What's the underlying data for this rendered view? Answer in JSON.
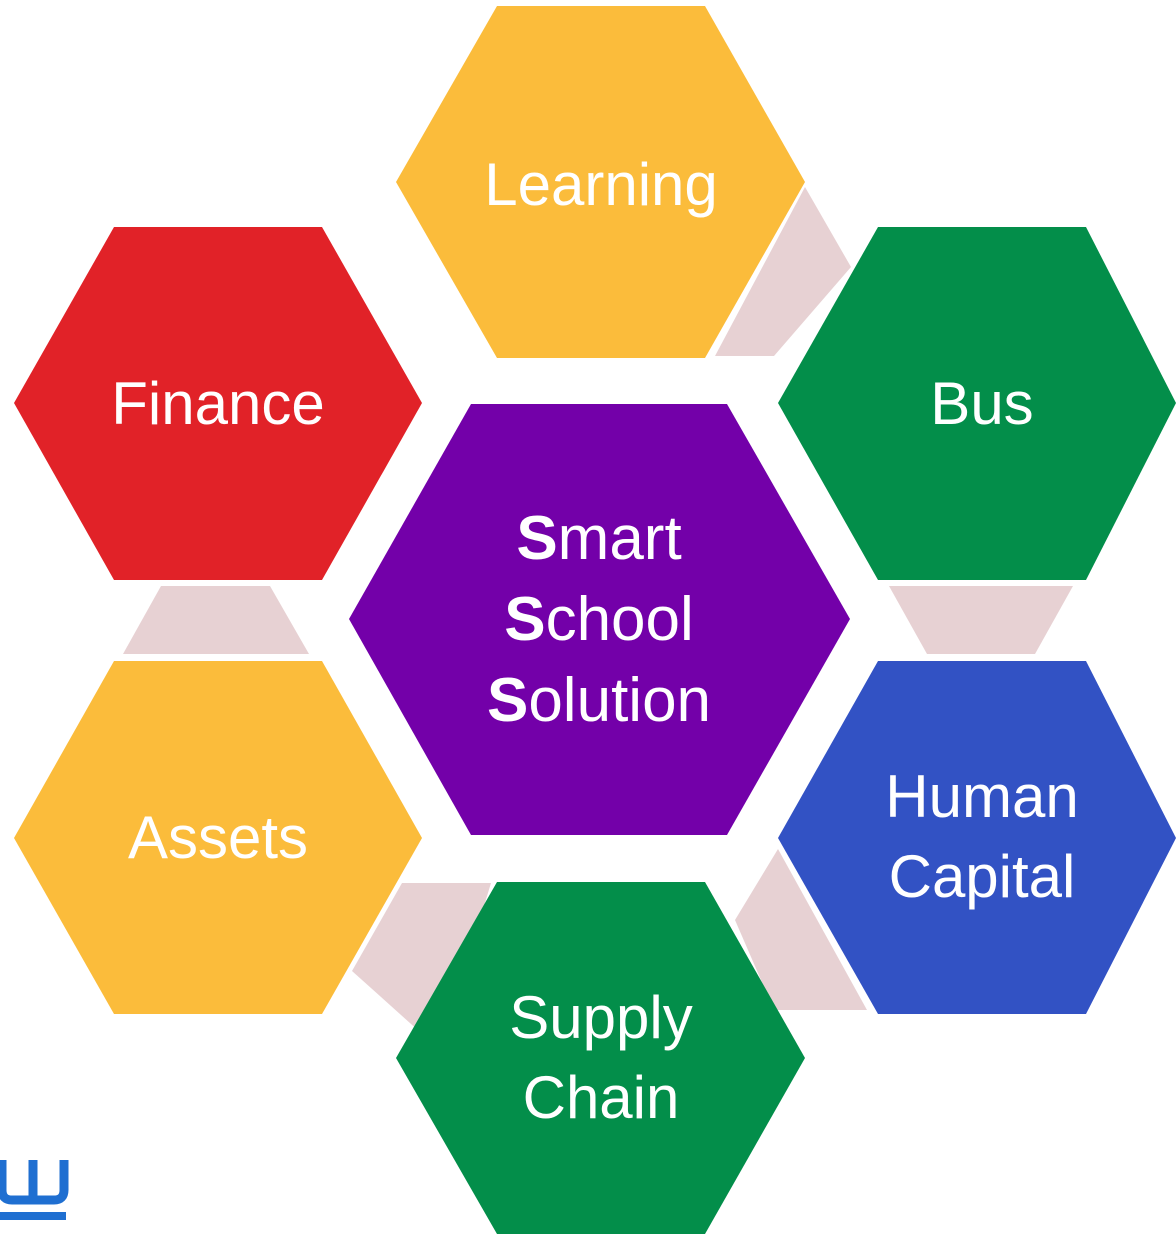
{
  "colors": {
    "connector": "#E7D1D3",
    "center": "#7300A9",
    "learning": "#FBBC3B",
    "bus": "#038E4A",
    "human_capital": "#3252C4",
    "supply_chain": "#038E4A",
    "assets": "#FBBC3B",
    "finance": "#E12228",
    "logo": "#1F6FD1"
  },
  "center": {
    "lines": [
      {
        "first": "S",
        "rest": "mart"
      },
      {
        "first": "S",
        "rest": "chool"
      },
      {
        "first": "S",
        "rest": "olution"
      }
    ]
  },
  "modules": {
    "learning": {
      "lines": [
        "Learning"
      ]
    },
    "bus": {
      "lines": [
        "Bus"
      ]
    },
    "human_capital": {
      "lines": [
        "Human",
        "Capital"
      ]
    },
    "supply_chain": {
      "lines": [
        "Supply",
        "Chain"
      ]
    },
    "assets": {
      "lines": [
        "Assets"
      ]
    },
    "finance": {
      "lines": [
        "Finance"
      ]
    }
  },
  "logo": {
    "icon": "company-logo-icon"
  }
}
